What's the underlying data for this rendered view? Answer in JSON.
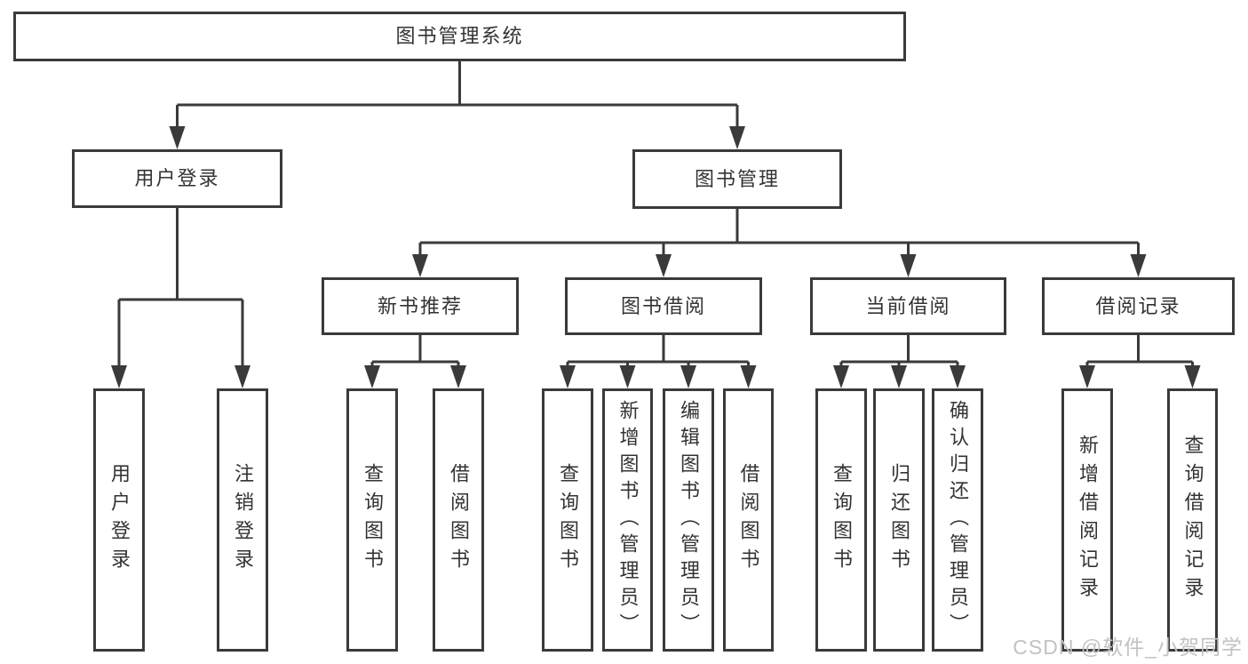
{
  "nodes": {
    "root": "图书管理系统",
    "level2": {
      "user_login": "用户登录",
      "book_mgmt": "图书管理"
    },
    "level3": {
      "new_books": "新书推荐",
      "borrowing": "图书借阅",
      "current": "当前借阅",
      "records": "借阅记录"
    },
    "leaves": {
      "user_login": [
        "用户登录",
        "注销登录"
      ],
      "new_books": [
        "查询图书",
        "借阅图书"
      ],
      "borrowing": [
        "查询图书",
        "新增图书（管理员）",
        "编辑图书（管理员）",
        "借阅图书"
      ],
      "current": [
        "查询图书",
        "归还图书",
        "确认归还（管理员）"
      ],
      "records": [
        "新增借阅记录",
        "查询借阅记录"
      ]
    }
  },
  "watermark": "CSDN @软件_小贺同学",
  "colors": {
    "line": "#3a3a3a",
    "text": "#333333",
    "watermark": "#c2c2c2",
    "background": "#ffffff"
  }
}
